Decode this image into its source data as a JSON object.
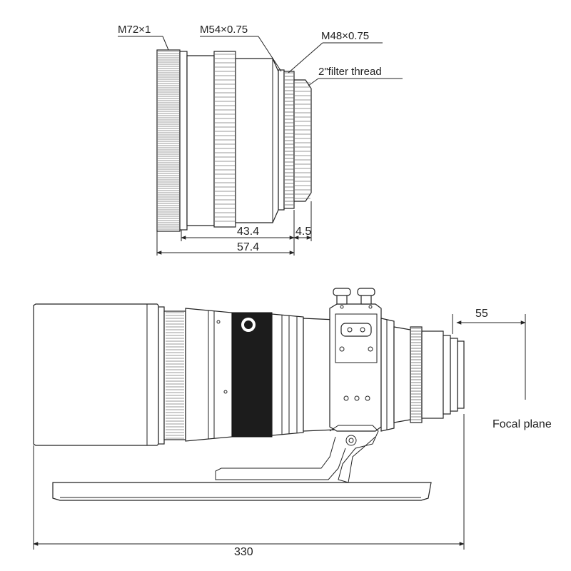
{
  "top_view": {
    "thread_labels": {
      "m72": "M72×1",
      "m54": "M54×0.75",
      "m48": "M48×0.75",
      "filter": "2\"filter thread"
    },
    "dimensions": {
      "d1": "43.4",
      "d2": "4.5",
      "d3": "57.4"
    }
  },
  "side_view": {
    "back_focus": "55",
    "total_length": "330",
    "focal_plane_label": "Focal plane"
  }
}
